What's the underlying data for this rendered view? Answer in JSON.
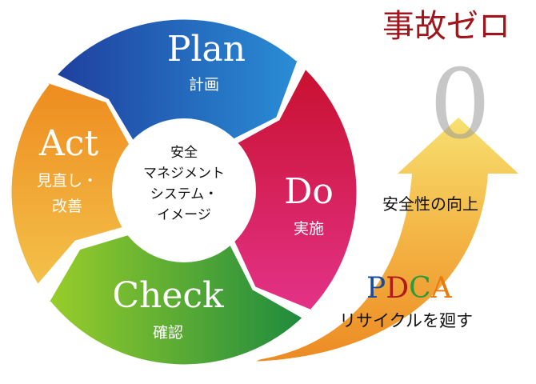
{
  "cycle": {
    "center_lines": [
      "安全",
      "マネジメント",
      "システム・",
      "イメージ"
    ],
    "steps": [
      {
        "key": "plan",
        "label": "Plan",
        "sub": [
          "計画"
        ],
        "color_start": "#1e3f9e",
        "color_end": "#2a8fd8"
      },
      {
        "key": "do",
        "label": "Do",
        "sub": [
          "実施"
        ],
        "color_start": "#c8102e",
        "color_end": "#e4338a"
      },
      {
        "key": "check",
        "label": "Check",
        "sub": [
          "確認"
        ],
        "color_start": "#1d8a3e",
        "color_end": "#9ccf2a"
      },
      {
        "key": "act",
        "label": "Act",
        "sub": [
          "見直し・",
          "改善"
        ],
        "color_start": "#f3c24a",
        "color_end": "#ee8a1e"
      }
    ]
  },
  "goal": {
    "title": "事故ゼロ",
    "title_color": "#a0151b",
    "zero": "0"
  },
  "arrow_text": "安全性の向上",
  "pdca": {
    "letters": [
      {
        "ch": "P",
        "color": "#1a4a9a"
      },
      {
        "ch": "D",
        "color": "#b01a1a"
      },
      {
        "ch": "C",
        "color": "#2a9a3a"
      },
      {
        "ch": "A",
        "color": "#e87a10"
      }
    ],
    "caption": "リサイクルを廻す"
  }
}
